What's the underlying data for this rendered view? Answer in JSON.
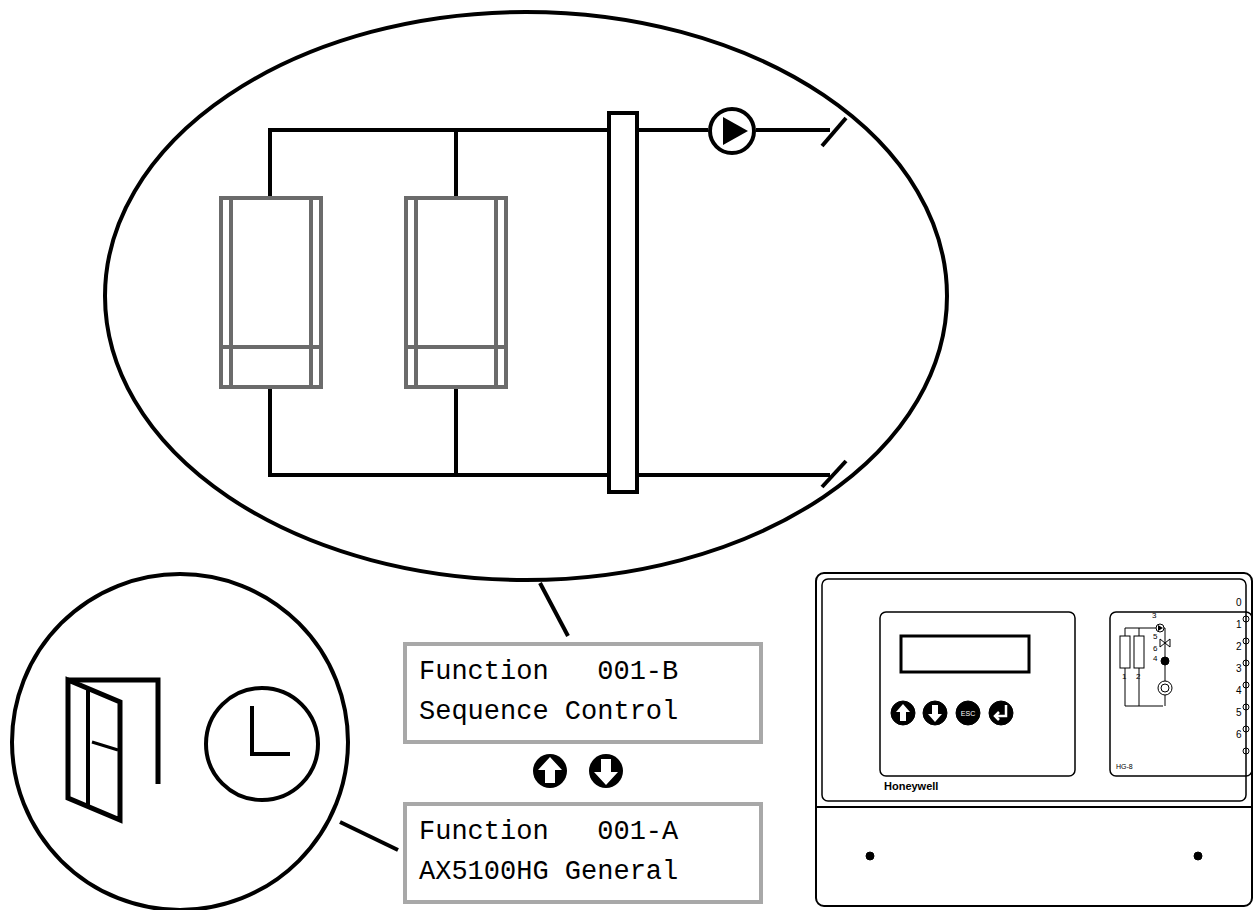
{
  "diagram": {
    "nodes": [
      {
        "text": [
          "Function   001-B",
          "Sequence Control"
        ]
      },
      {
        "text": [
          "Function   001-A",
          "AX5100HG General"
        ]
      }
    ],
    "labels": [
      "3",
      "5",
      "6",
      "4",
      "1",
      "2",
      "0",
      "1",
      "2",
      "3",
      "4",
      "5",
      "6",
      "HG-8",
      "Honeywell",
      "ESC"
    ]
  }
}
